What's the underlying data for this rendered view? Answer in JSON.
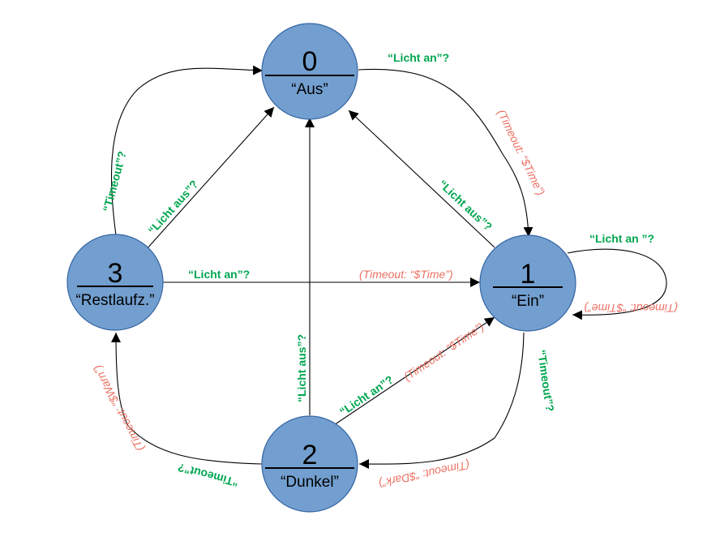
{
  "states": [
    {
      "num": "0",
      "name": "“Aus”"
    },
    {
      "num": "1",
      "name": "“Ein”"
    },
    {
      "num": "2",
      "name": "“Dunkel”"
    },
    {
      "num": "3",
      "name": "“Restlaufz.”"
    }
  ],
  "labels": {
    "e01_cond": "“Licht an”?",
    "e01_act": "(Timeout: “$Time”)",
    "e10_cond": "“Licht aus”?",
    "e11_cond": "“Licht an ”?",
    "e11_act": "(Timeout: “$Time”)",
    "e12_cond": "“Timeout”?",
    "e12_act": "(Timeout: “$Dark”)",
    "e21_cond": "“Licht an”?",
    "e21_act": "(Timeout: “$Time”)",
    "e20_cond": "“Licht aus”?",
    "e23_cond": "“Timeout”?",
    "e23_act": "(Timeout: “$Warn”)",
    "e30_cond": "“Licht aus”?",
    "e30t_cond": "“Timeout”?",
    "e31_cond": "“Licht an”?",
    "e31_act": "(Timeout: “$Time”)"
  },
  "colors": {
    "state_fill": "#729fcf",
    "condition": "#00a650",
    "action": "#ec7063"
  }
}
